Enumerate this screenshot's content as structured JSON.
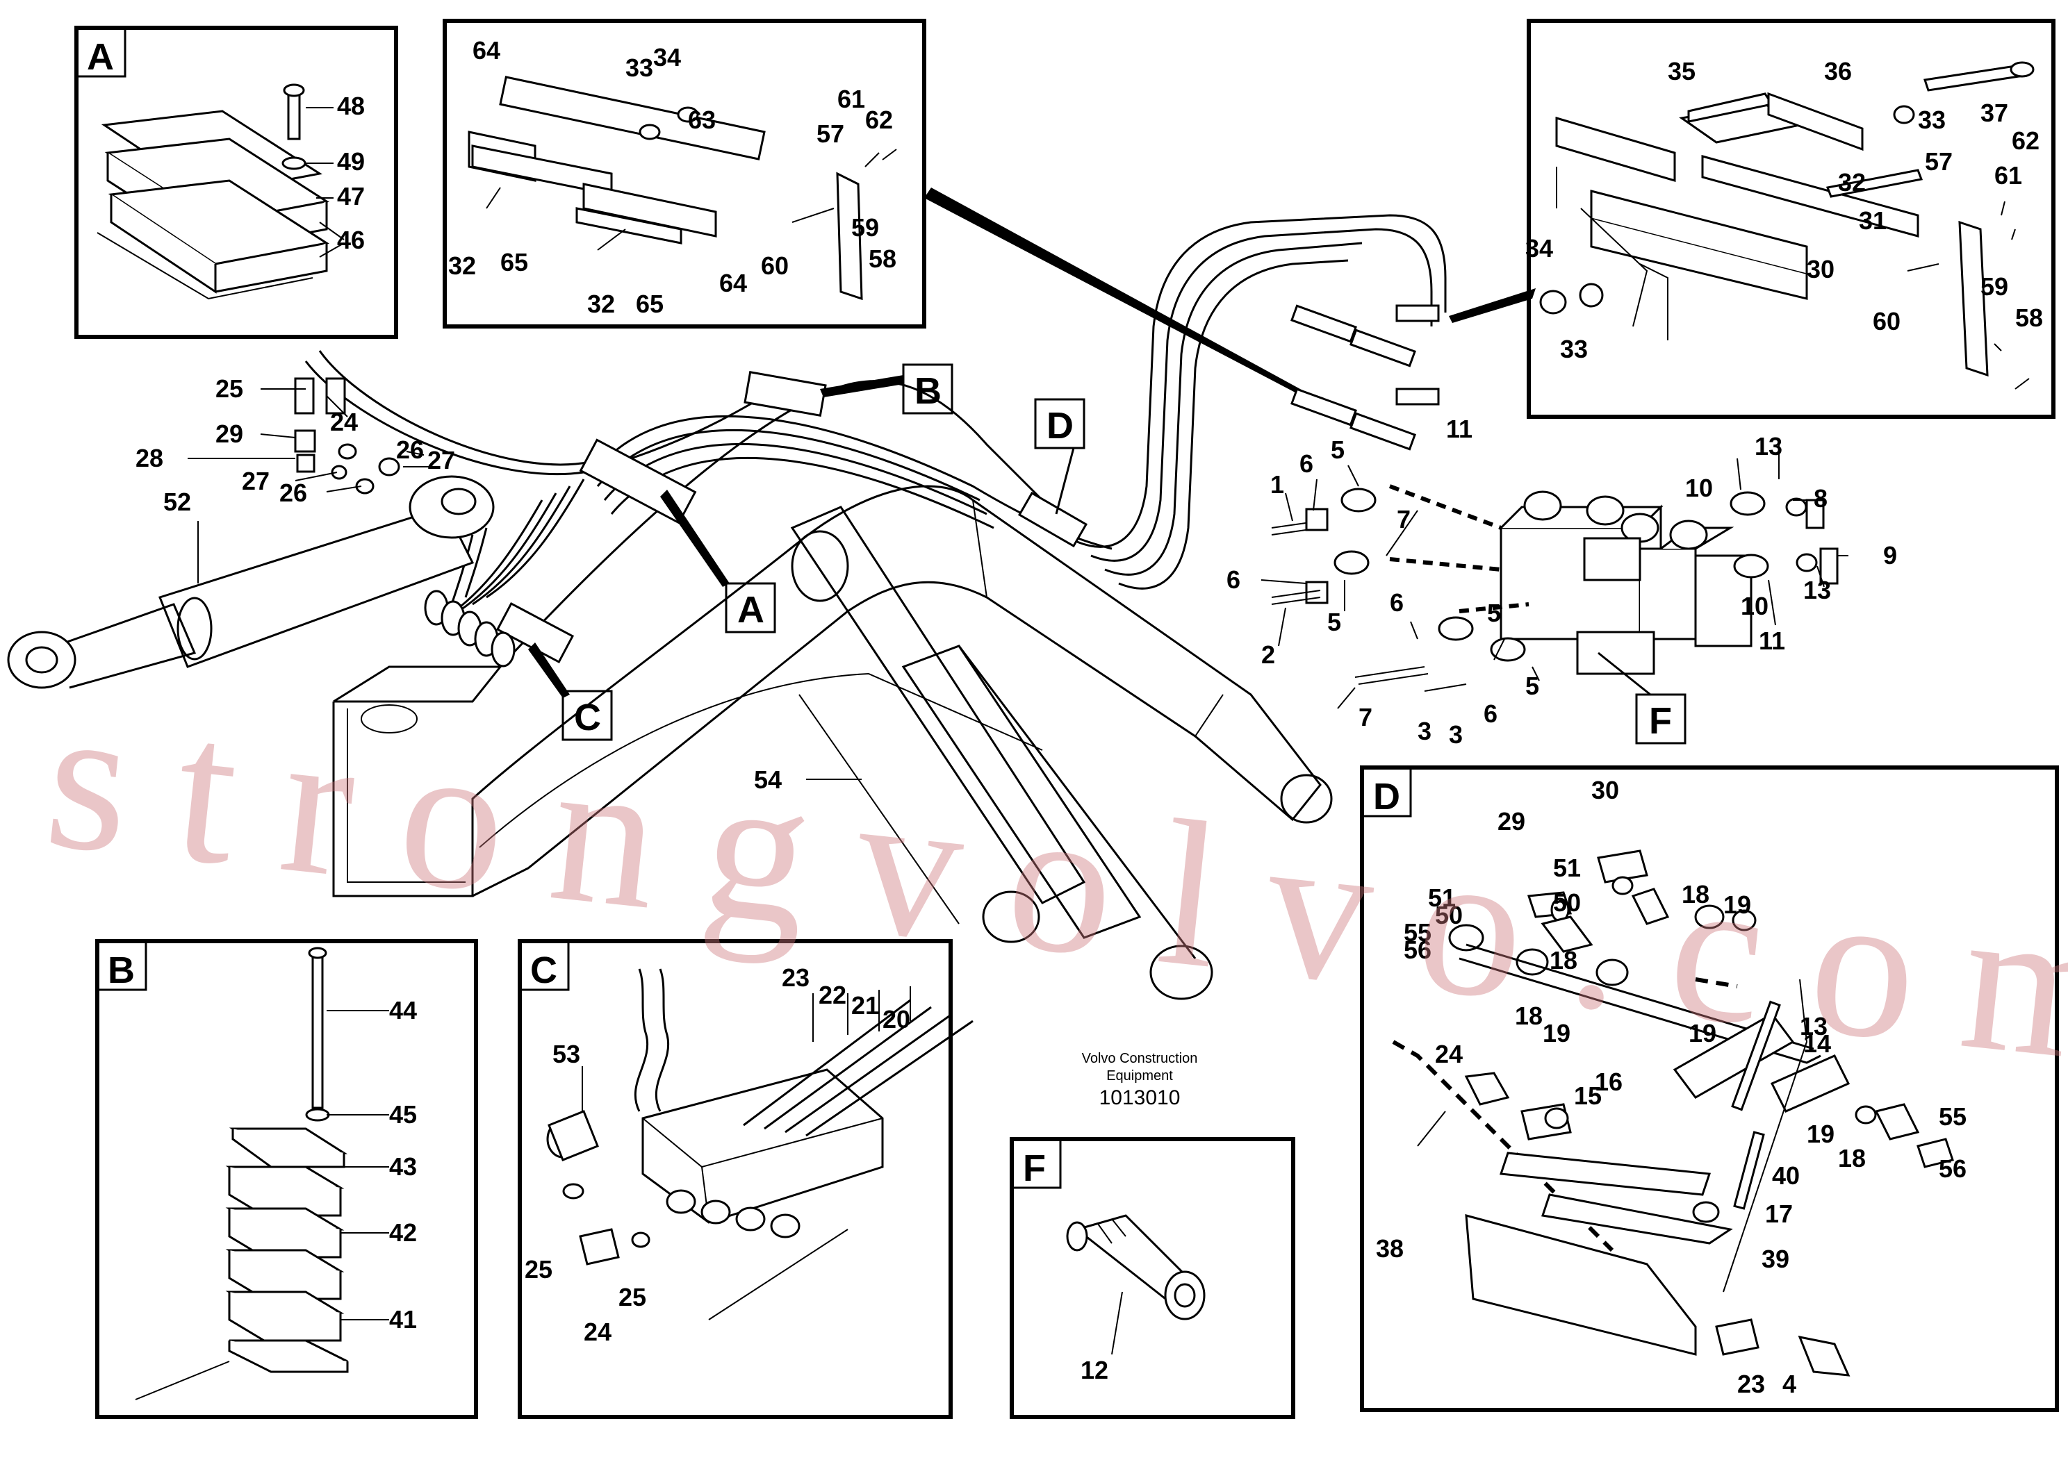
{
  "caption": {
    "line1": "Volvo Construction",
    "line2": "Equipment",
    "number": "1013010"
  },
  "watermark": "strongvolvo.com",
  "tags": {
    "A": "A",
    "B": "B",
    "C": "C",
    "D": "D",
    "F": "F"
  },
  "insets": {
    "A": {
      "letter": "A",
      "labels": [
        "48",
        "49",
        "47",
        "46"
      ]
    },
    "top_center": {
      "labels": [
        "64",
        "33",
        "34",
        "63",
        "61",
        "62",
        "57",
        "32",
        "65",
        "32",
        "65",
        "64",
        "60",
        "59",
        "58"
      ]
    },
    "top_right": {
      "labels": [
        "35",
        "36",
        "37",
        "33",
        "32",
        "57",
        "61",
        "62",
        "31",
        "34",
        "30",
        "60",
        "59",
        "58",
        "33"
      ]
    },
    "B": {
      "letter": "B",
      "labels": [
        "44",
        "45",
        "43",
        "42",
        "41"
      ]
    },
    "C": {
      "letter": "C",
      "labels": [
        "23",
        "22",
        "21",
        "20",
        "53",
        "25",
        "25",
        "24"
      ]
    },
    "F": {
      "letter": "F",
      "labels": [
        "12"
      ]
    },
    "D": {
      "letter": "D",
      "labels": [
        "30",
        "29",
        "51",
        "51",
        "50",
        "50",
        "18",
        "19",
        "55",
        "56",
        "18",
        "24",
        "18",
        "19",
        "19",
        "13",
        "14",
        "15",
        "16",
        "18",
        "19",
        "55",
        "56",
        "40",
        "17",
        "38",
        "39",
        "23",
        "4"
      ]
    }
  },
  "main_labels": {
    "left_cylinder": [
      "25",
      "24",
      "29",
      "28",
      "27",
      "26",
      "27",
      "26",
      "52"
    ],
    "boom": [
      "54"
    ],
    "valve": [
      "1",
      "6",
      "5",
      "7",
      "6",
      "5",
      "2",
      "6",
      "5",
      "7",
      "3",
      "3",
      "6",
      "5",
      "11",
      "13",
      "10",
      "8",
      "9",
      "10",
      "13",
      "11"
    ]
  }
}
